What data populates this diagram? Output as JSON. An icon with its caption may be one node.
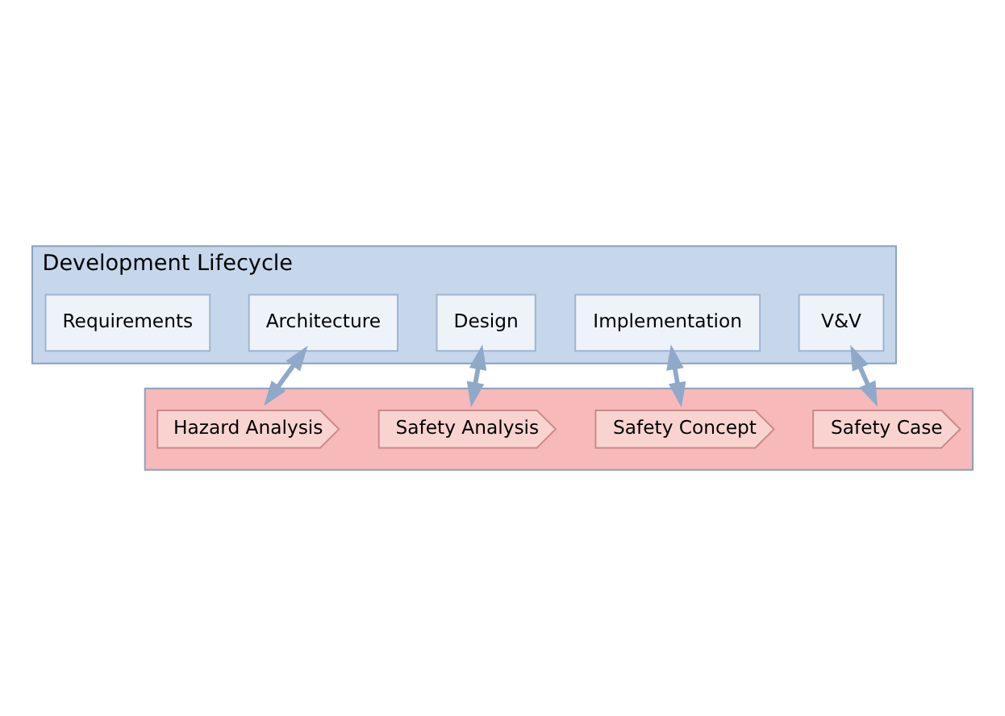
{
  "diagram": {
    "nodes": [
      {
        "text": [
          "Development Lifecycle"
        ]
      },
      {
        "text": [
          "Requirements"
        ],
        "in": 0
      },
      {
        "text": [
          "Architecture"
        ],
        "in": 0
      },
      {
        "text": [
          "Design"
        ],
        "in": 0
      },
      {
        "text": [
          "Implementation"
        ],
        "in": 0
      },
      {
        "text": [
          "V&V"
        ],
        "in": 0
      },
      {
        "text": [],
        "shape": "box"
      },
      {
        "text": [
          "Hazard Analysis"
        ],
        "in": 6
      },
      {
        "text": [
          "Safety Analysis"
        ],
        "in": 6
      },
      {
        "text": [
          "Safety Concept"
        ],
        "in": 6
      },
      {
        "text": [
          "Safety Case"
        ],
        "in": 6
      }
    ],
    "edges": [
      {
        "from": 2,
        "to": 7,
        "arrow": "both"
      },
      {
        "from": 3,
        "to": 8,
        "arrow": "both"
      },
      {
        "from": 4,
        "to": 9,
        "arrow": "both"
      },
      {
        "from": 5,
        "to": 10,
        "arrow": "both"
      }
    ]
  }
}
